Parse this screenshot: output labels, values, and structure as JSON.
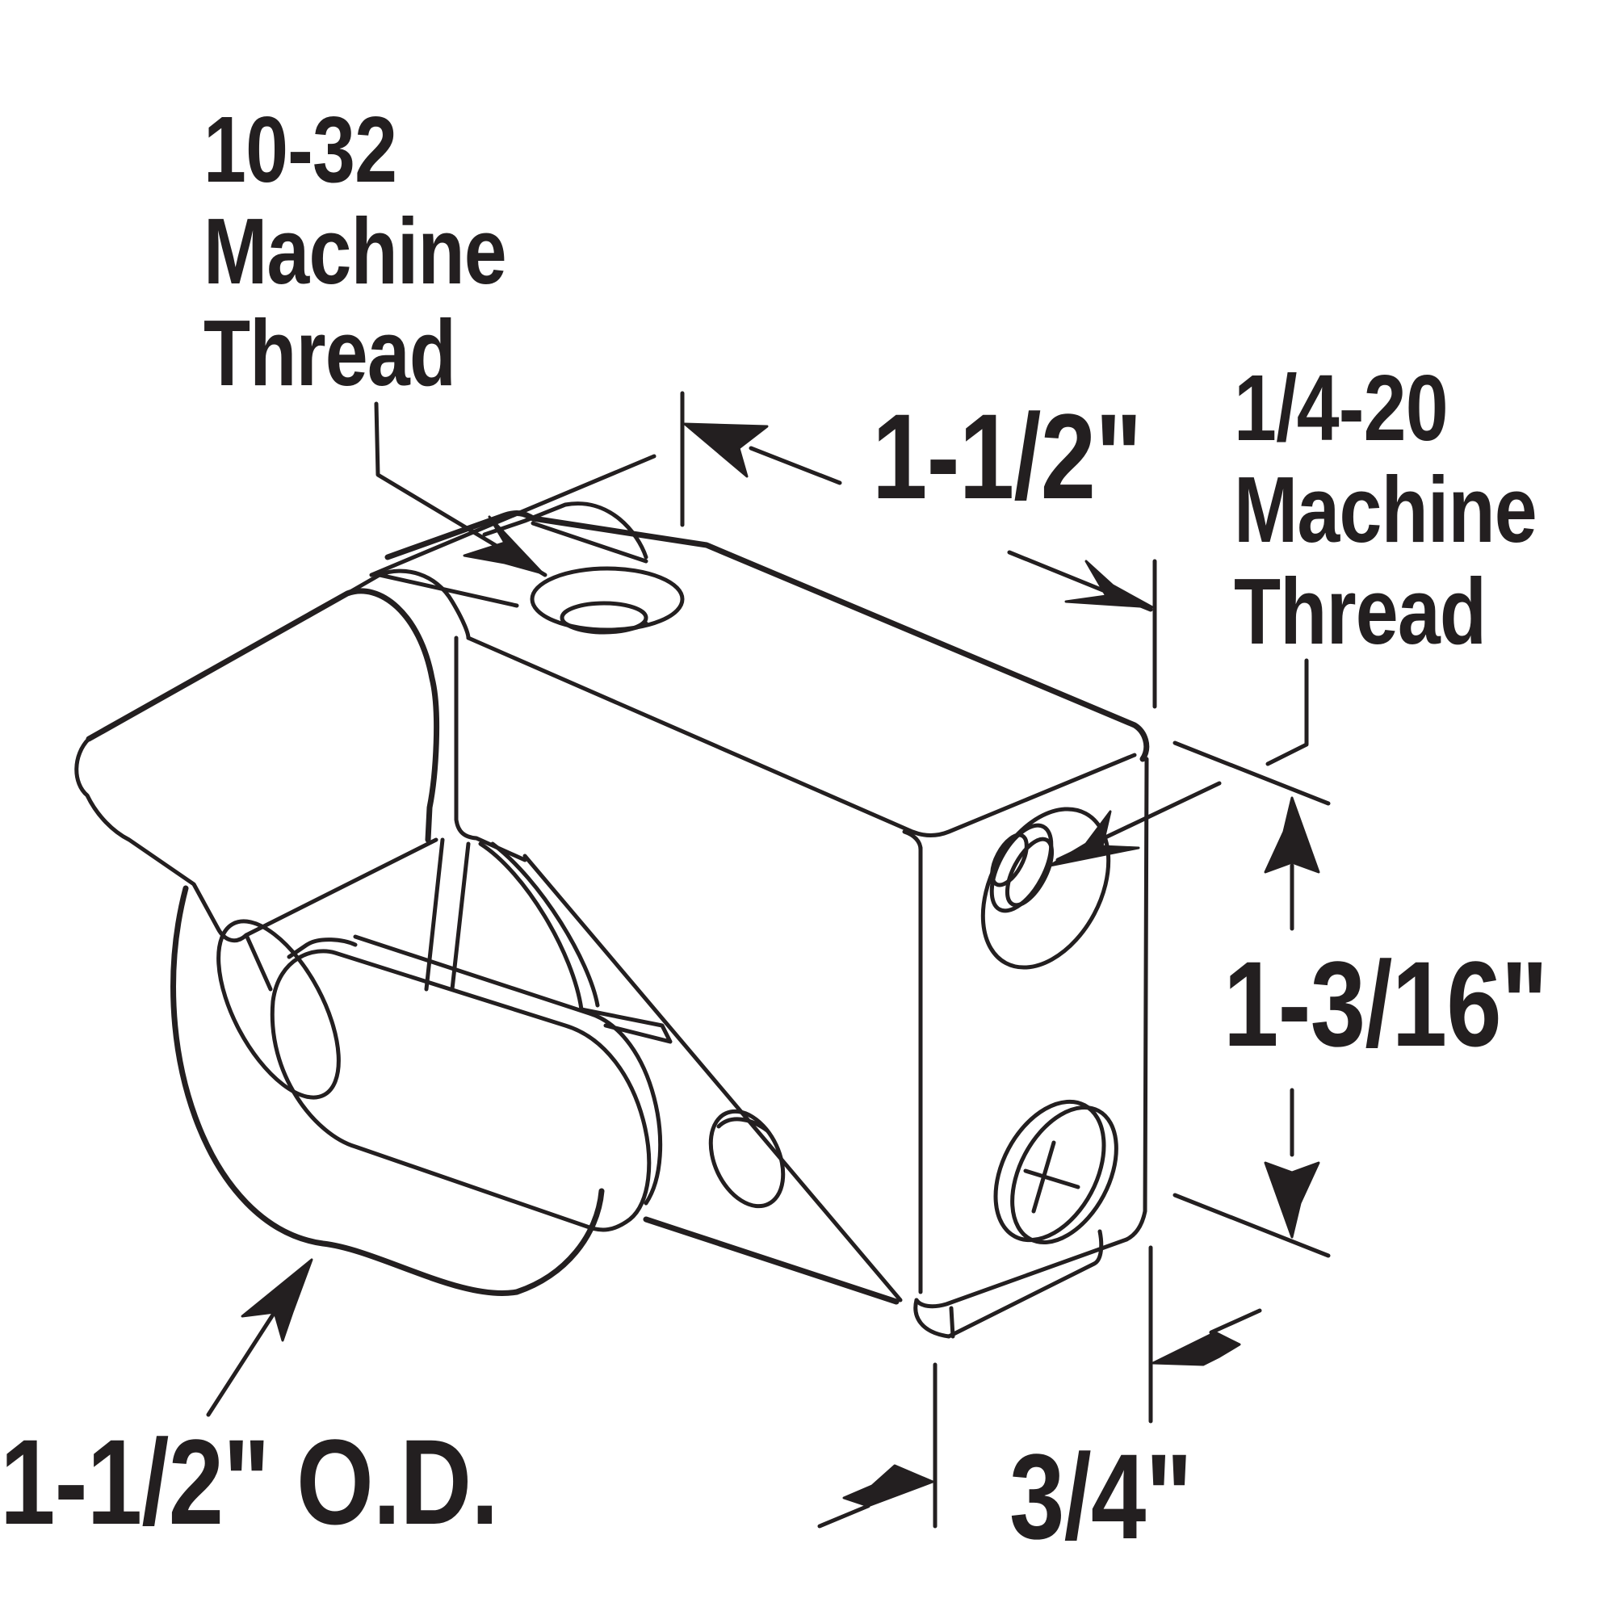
{
  "colors": {
    "ink": "#231f20",
    "background": "#ffffff"
  },
  "callouts": {
    "top_left": [
      "10-32",
      "Machine",
      "Thread"
    ],
    "right": [
      "1/4-20",
      "Machine",
      "Thread"
    ]
  },
  "dimensions": {
    "length": "1-1/2\"",
    "height": "1-3/16\"",
    "width": "3/4\"",
    "roller_od": "1-1/2\" O.D."
  }
}
